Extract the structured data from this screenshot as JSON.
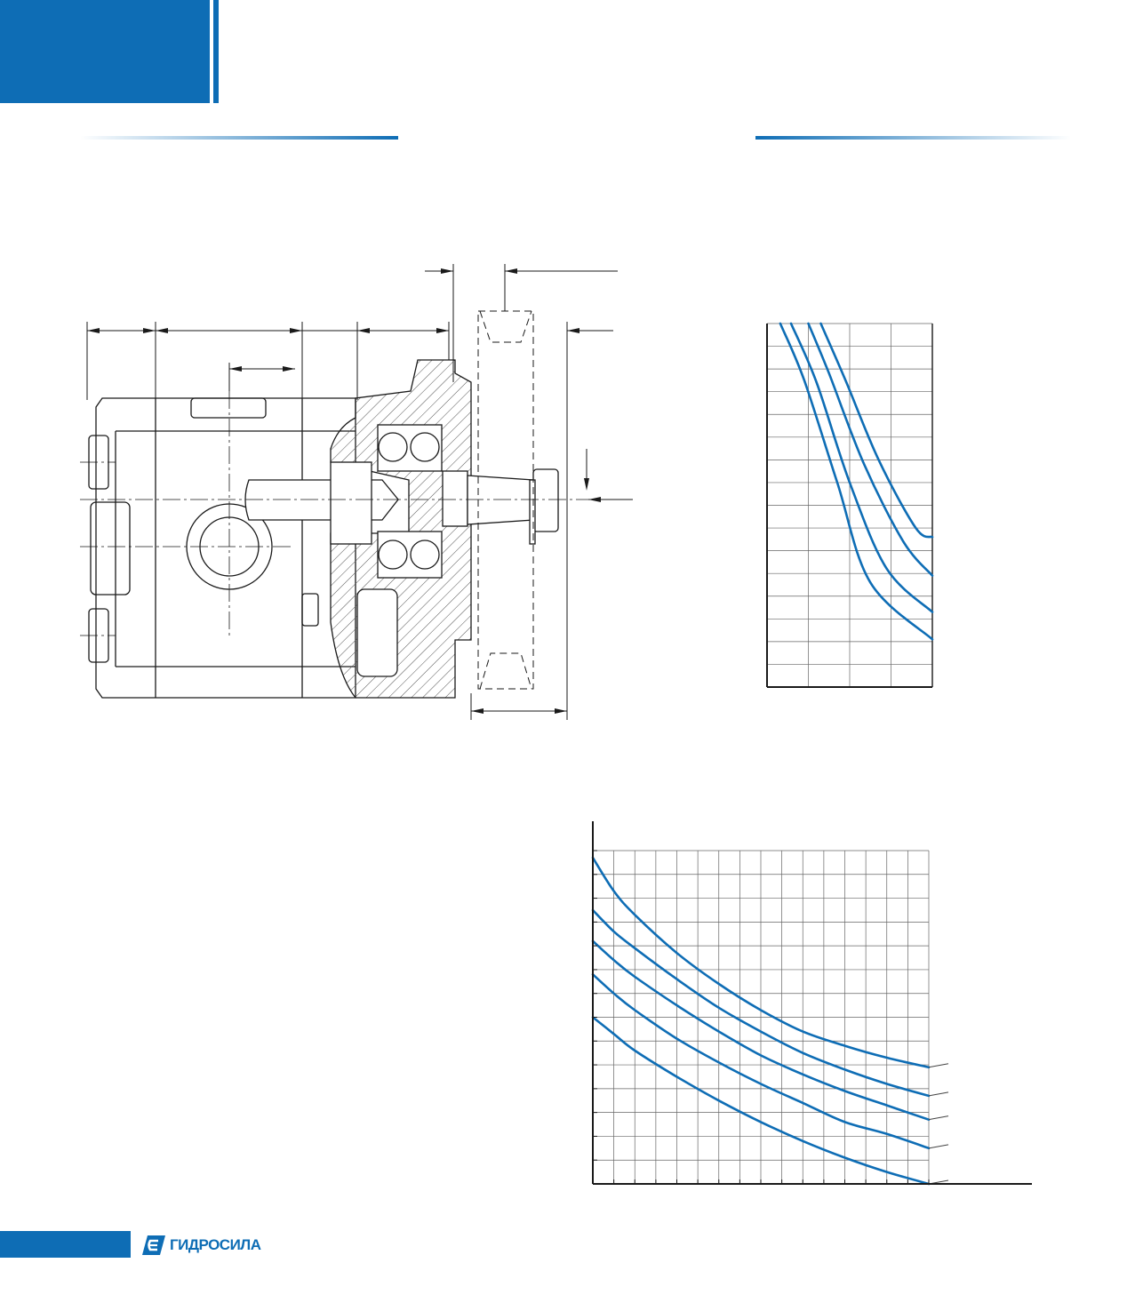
{
  "brand": {
    "logo_text": "ГИДРОСИЛА",
    "color": "#0e6db5"
  },
  "drawing": {
    "line_color": "#1a1a1a",
    "hatch_color": "#555555"
  },
  "chart_data": [
    {
      "type": "line",
      "title": "",
      "xlabel": "",
      "ylabel": "",
      "grid": true,
      "x_divisions": 4,
      "y_divisions": 16,
      "series": [
        {
          "values": [
            [
              0.32,
              16
            ],
            [
              0.9,
              13.5
            ],
            [
              1.7,
              9.0
            ],
            [
              2.5,
              4.6
            ],
            [
              4.0,
              2.1
            ]
          ]
        },
        {
          "values": [
            [
              0.58,
              16
            ],
            [
              1.2,
              13.4
            ],
            [
              2.0,
              9.0
            ],
            [
              2.9,
              5.2
            ],
            [
              4.0,
              3.3
            ]
          ]
        },
        {
          "values": [
            [
              1.0,
              16
            ],
            [
              1.5,
              13.8
            ],
            [
              2.35,
              9.8
            ],
            [
              3.3,
              6.4
            ],
            [
              4.0,
              4.9
            ]
          ]
        },
        {
          "values": [
            [
              1.3,
              16
            ],
            [
              1.9,
              13.5
            ],
            [
              2.7,
              10.0
            ],
            [
              3.6,
              7.0
            ],
            [
              4.0,
              6.6
            ]
          ]
        }
      ]
    },
    {
      "type": "line",
      "title": "",
      "xlabel": "",
      "ylabel": "",
      "grid": true,
      "x_divisions": 16,
      "y_divisions": 14,
      "series": [
        {
          "values": [
            [
              0,
              13.7
            ],
            [
              1,
              12.3
            ],
            [
              2,
              11.3
            ],
            [
              4,
              9.7
            ],
            [
              6,
              8.4
            ],
            [
              8,
              7.3
            ],
            [
              10,
              6.4
            ],
            [
              12,
              5.8
            ],
            [
              14,
              5.3
            ],
            [
              16,
              4.9
            ]
          ]
        },
        {
          "values": [
            [
              0,
              11.5
            ],
            [
              1,
              10.6
            ],
            [
              2,
              9.9
            ],
            [
              4,
              8.6
            ],
            [
              6,
              7.4
            ],
            [
              8,
              6.4
            ],
            [
              10,
              5.5
            ],
            [
              12,
              4.8
            ],
            [
              14,
              4.2
            ],
            [
              16,
              3.7
            ]
          ]
        },
        {
          "values": [
            [
              0,
              10.2
            ],
            [
              1,
              9.4
            ],
            [
              2,
              8.7
            ],
            [
              4,
              7.5
            ],
            [
              6,
              6.4
            ],
            [
              8,
              5.4
            ],
            [
              10,
              4.6
            ],
            [
              12,
              3.9
            ],
            [
              14,
              3.3
            ],
            [
              16,
              2.7
            ]
          ]
        },
        {
          "values": [
            [
              0,
              8.8
            ],
            [
              1,
              8.0
            ],
            [
              2,
              7.3
            ],
            [
              4,
              6.1
            ],
            [
              6,
              5.1
            ],
            [
              8,
              4.2
            ],
            [
              10,
              3.4
            ],
            [
              12,
              2.6
            ],
            [
              14,
              2.1
            ],
            [
              16,
              1.5
            ]
          ]
        },
        {
          "values": [
            [
              0,
              7.0
            ],
            [
              1,
              6.3
            ],
            [
              2,
              5.6
            ],
            [
              4,
              4.5
            ],
            [
              6,
              3.5
            ],
            [
              8,
              2.6
            ],
            [
              10,
              1.8
            ],
            [
              12,
              1.1
            ],
            [
              14,
              0.5
            ],
            [
              16,
              0.0
            ]
          ]
        }
      ]
    }
  ]
}
